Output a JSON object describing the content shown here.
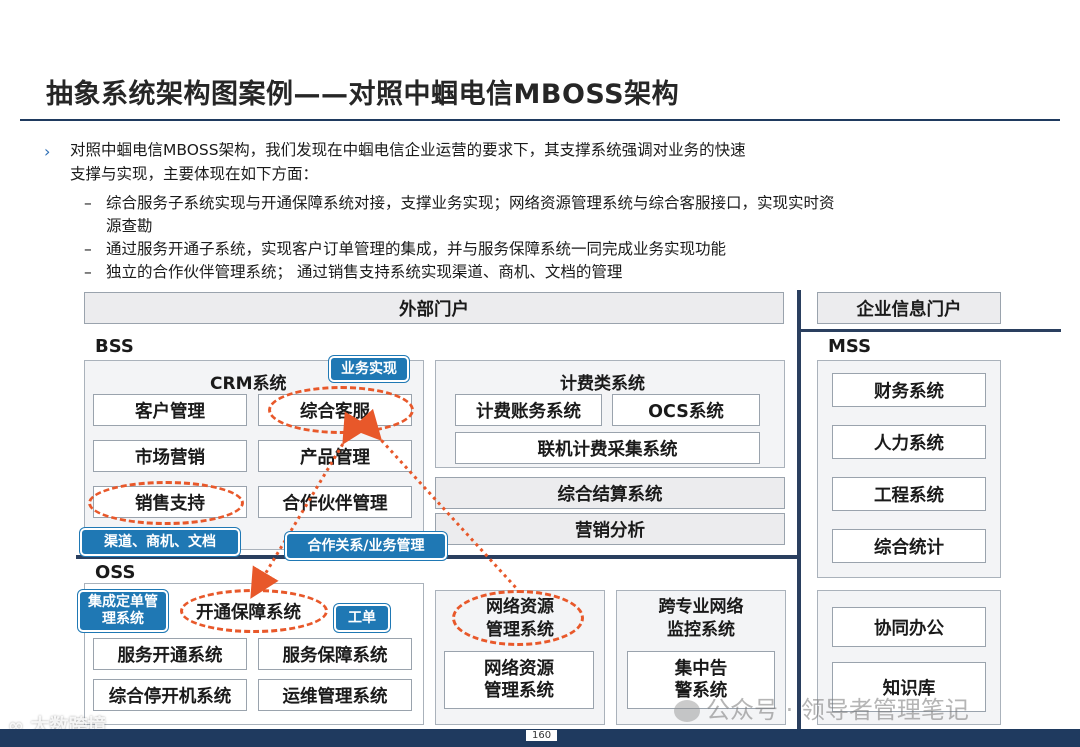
{
  "title": "抽象系统架构图案例——对照中蝈电信MBOSS架构",
  "intro": {
    "line1": "对照中蝈电信MBOSS架构，我们发现在中蝈电信企业运营的要求下，其支撑系统强调对业务的快速",
    "line2": "支撑与实现，主要体现在如下方面：",
    "items": [
      "综合服务子系统实现与开通保障系统对接，支撑业务实现；网络资源管理系统与综合客服接口，实现实时资",
      "源查勘",
      "通过服务开通子系统，实现客户订单管理的集成，并与服务保障系统一同完成业务实现功能",
      "独立的合作伙伴管理系统； 通过销售支持系统实现渠道、商机、文档的管理"
    ]
  },
  "diagram": {
    "external_portal": "外部门户",
    "enterprise_portal": "企业信息门户",
    "bss": "BSS",
    "mss": "MSS",
    "oss": "OSS",
    "crm": {
      "label": "CRM系统",
      "customer_mgmt": "客户管理",
      "integrated_cs": "综合客服",
      "marketing": "市场营销",
      "product_mgmt": "产品管理",
      "sales_support": "销售支持",
      "partner_mgmt": "合作伙伴管理"
    },
    "billing": {
      "label": "计费类系统",
      "billing_account": "计费账务系统",
      "ocs": "OCS系统",
      "online_billing": "联机计费采集系统"
    },
    "settlement": "综合结算系统",
    "marketing_analysis": "营销分析",
    "mss_items": [
      "财务系统",
      "人力系统",
      "工程系统",
      "综合统计"
    ],
    "mss_office": [
      "协同办公",
      "知识库"
    ],
    "provisioning": {
      "label": "开通保障系统",
      "service_provisioning": "服务开通系统",
      "service_assurance": "服务保障系统",
      "integrated_suspend": "综合停开机系统",
      "om_mgmt": "运维管理系统"
    },
    "net_resource": {
      "label_line1": "网络资源",
      "label_line2": "管理系统",
      "inner_line1": "网络资源",
      "inner_line2": "管理系统"
    },
    "cross_monitor": {
      "label_line1": "跨专业网络",
      "label_line2": "监控系统",
      "inner_line1": "集中告",
      "inner_line2": "警系统"
    },
    "callouts": {
      "business_impl": "业务实现",
      "channels": "渠道、商机、文档",
      "partner_rel": "合作关系/业务管理",
      "order_integration_1": "集成定单管",
      "order_integration_2": "理系统",
      "work_order": "工单"
    }
  },
  "watermarks": {
    "left": "大数跨境",
    "right": "公众号 · 领导者管理笔记"
  },
  "page_number": "160",
  "colors": {
    "accent_dashed": "#e8582a",
    "callout_blue": "#1f78b4",
    "title_rule": "#1f3a5f"
  }
}
